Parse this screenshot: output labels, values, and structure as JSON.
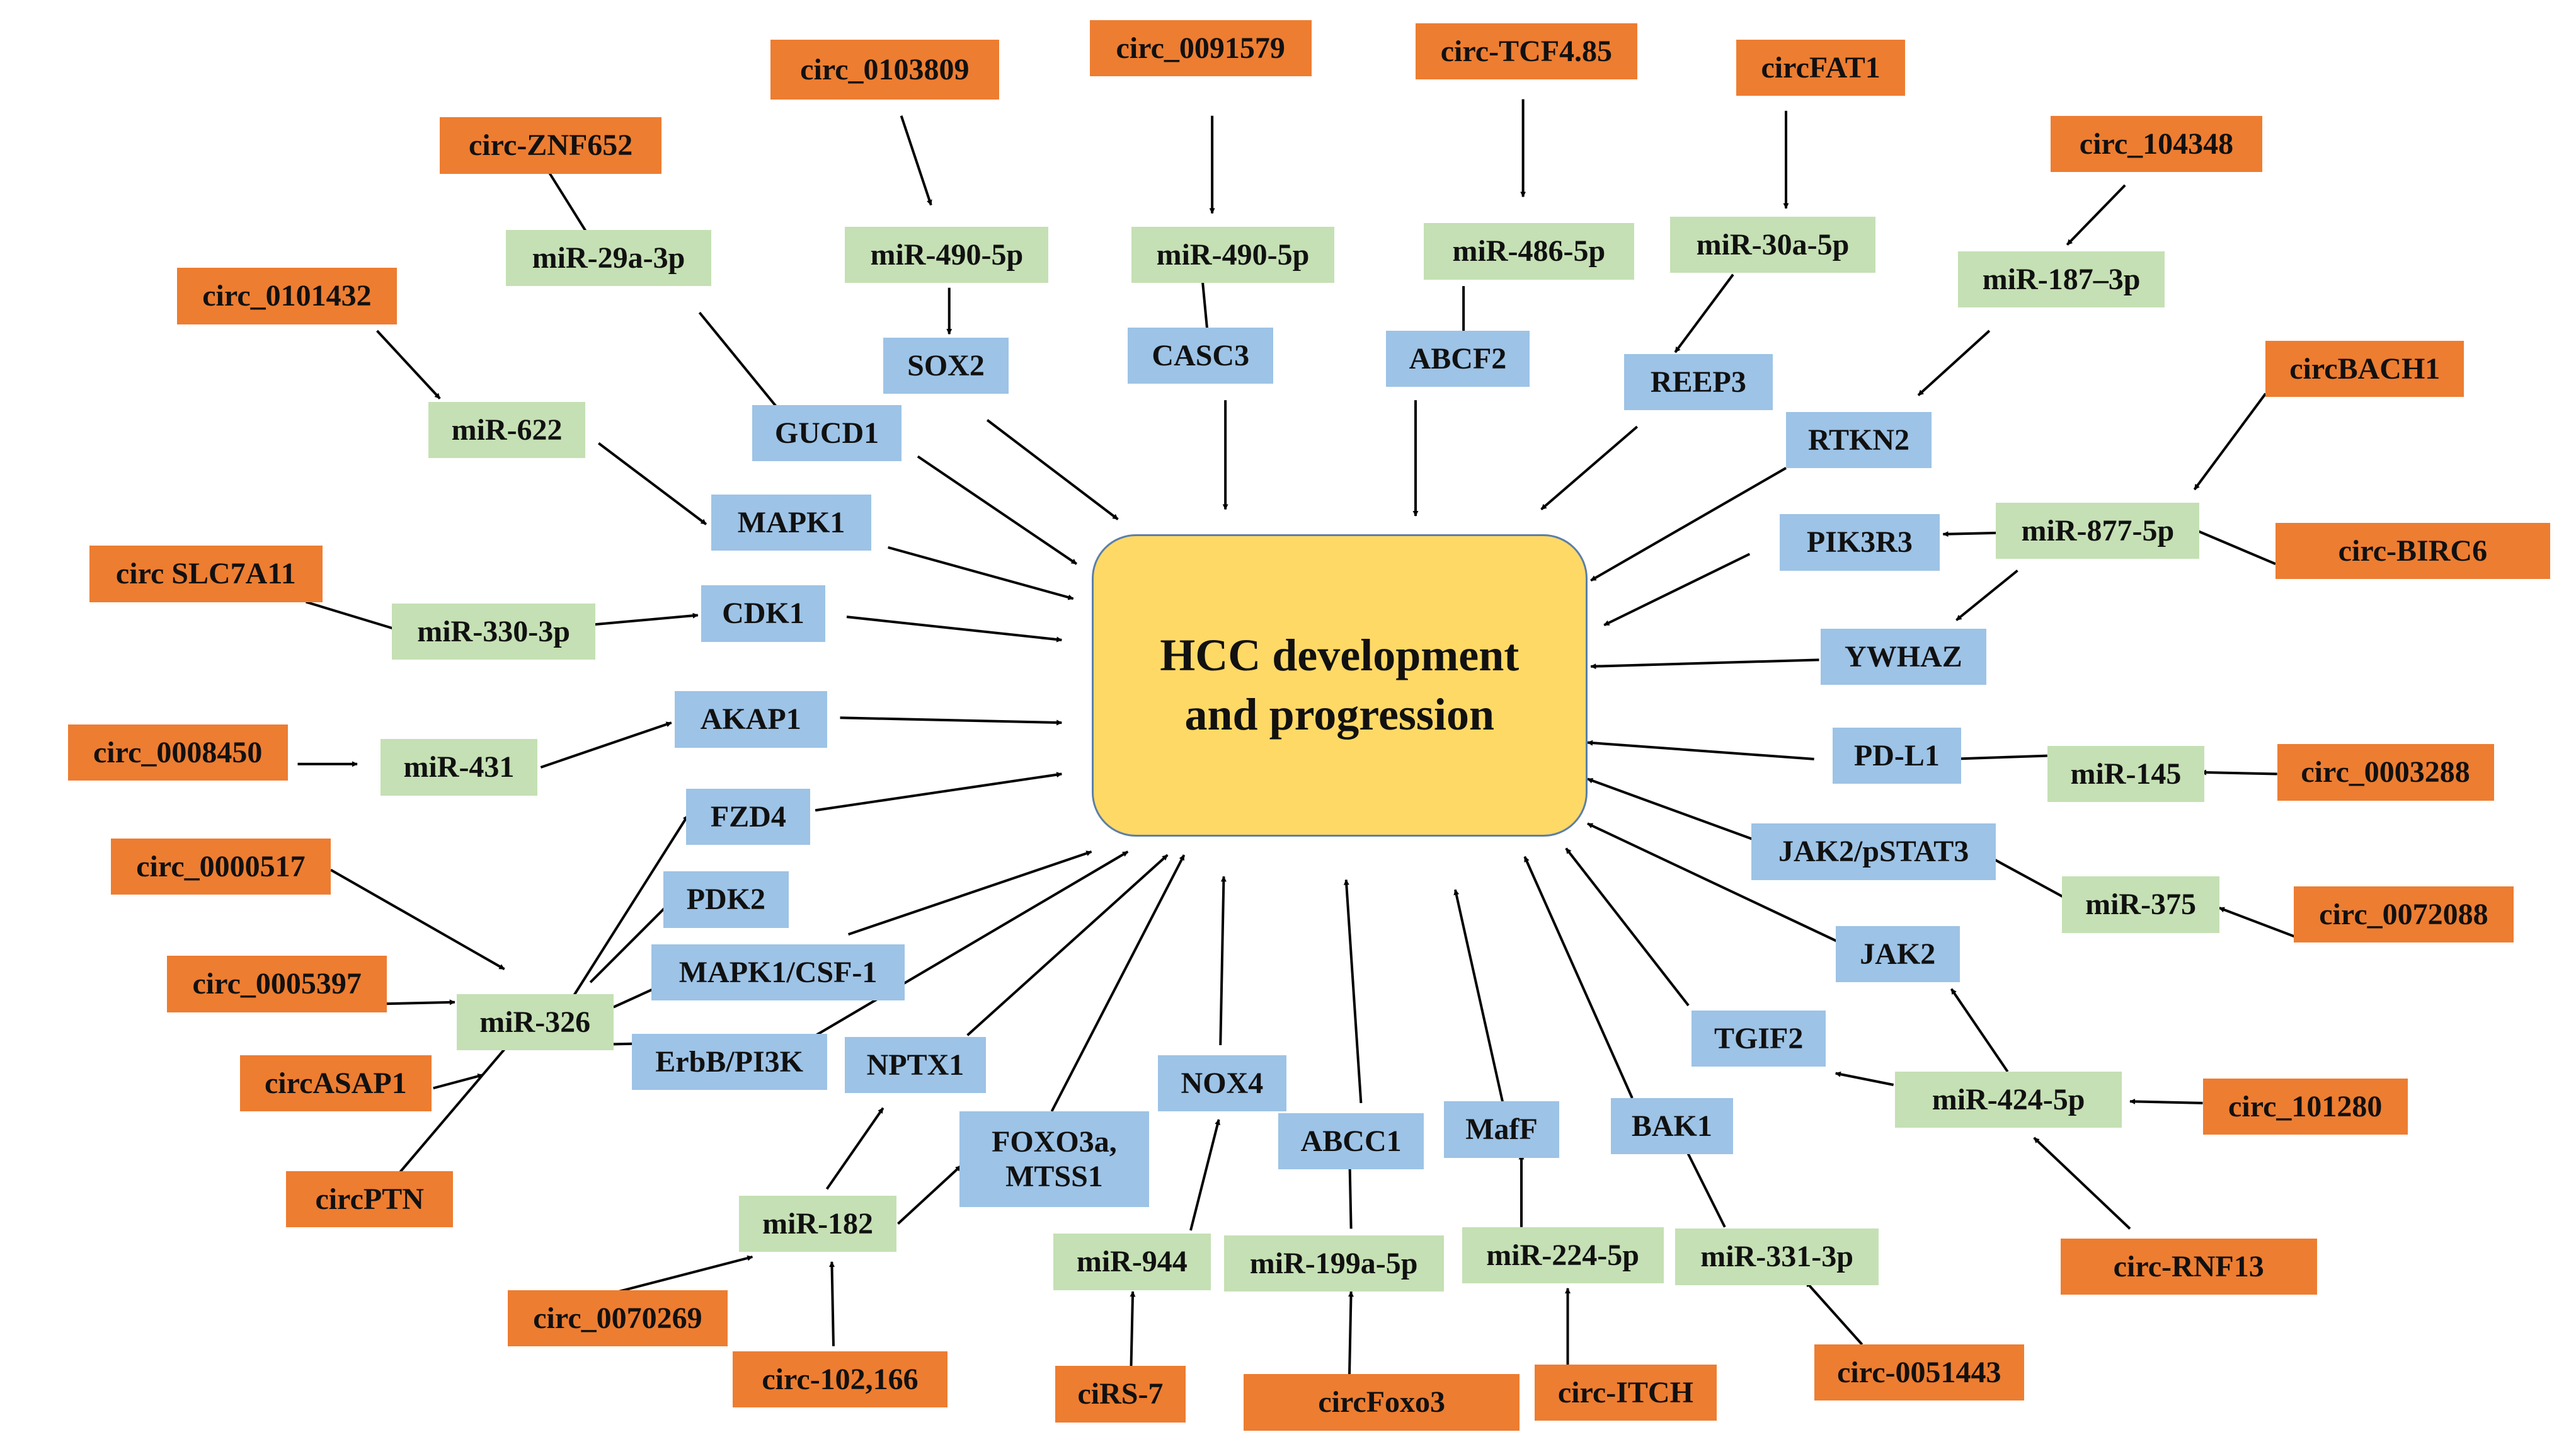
{
  "center": {
    "label": "HCC development\nand progression",
    "color": "#FFD966"
  },
  "legend_colors": {
    "circRNA": "#ED7D31",
    "miRNA": "#C5E0B4",
    "target": "#9DC3E6"
  },
  "nodes": {
    "hcc": "HCC development\nand progression",
    "c0103809": "circ_0103809",
    "c0091579": "circ_0091579",
    "cTCF485": "circ-TCF4.85",
    "cFAT1": "circFAT1",
    "cZNF652": "circ-ZNF652",
    "c104348": "circ_104348",
    "c0101432": "circ_0101432",
    "cBACH1": "circBACH1",
    "cSLC7A11": "circ SLC7A11",
    "cBIRC6": "circ-BIRC6",
    "c0008450": "circ_0008450",
    "c0003288": "circ_0003288",
    "c0000517": "circ_0000517",
    "c0072088": "circ_0072088",
    "c0005397": "circ_0005397",
    "cASAP1": "circASAP1",
    "c101280": "circ_101280",
    "cPTN": "circPTN",
    "cRNF13": "circ-RNF13",
    "c0070269": "circ_0070269",
    "c0051443": "circ-0051443",
    "c102166": "circ-102,166",
    "ciRS7": "ciRS-7",
    "cFoxo3": "circFoxo3",
    "cITCH": "circ-ITCH",
    "m29a": "miR-29a-3p",
    "m490a": "miR-490-5p",
    "m490b": "miR-490-5p",
    "m486": "miR-486-5p",
    "m30a": "miR-30a-5p",
    "m187": "miR-187–3p",
    "m622": "miR-622",
    "m877": "miR-877-5p",
    "m330": "miR-330-3p",
    "m431": "miR-431",
    "m145": "miR-145",
    "m375": "miR-375",
    "m326": "miR-326",
    "m424": "miR-424-5p",
    "m182": "miR-182",
    "m944": "miR-944",
    "m199": "miR-199a-5p",
    "m224": "miR-224-5p",
    "m331": "miR-331-3p",
    "SOX2": "SOX2",
    "CASC3": "CASC3",
    "ABCF2": "ABCF2",
    "REEP3": "REEP3",
    "GUCD1": "GUCD1",
    "RTKN2": "RTKN2",
    "MAPK1": "MAPK1",
    "PIK3R3": "PIK3R3",
    "CDK1": "CDK1",
    "YWHAZ": "YWHAZ",
    "AKAP1": "AKAP1",
    "PDL1": "PD-L1",
    "FZD4": "FZD4",
    "JAK2STAT3": "JAK2/pSTAT3",
    "PDK2": "PDK2",
    "MAPK1CSF": "MAPK1/CSF-1",
    "JAK2": "JAK2",
    "ErbB": "ErbB/PI3K",
    "NPTX1": "NPTX1",
    "TGIF2": "TGIF2",
    "NOX4": "NOX4",
    "FOXO3a": "FOXO3a,\nMTSS1",
    "ABCC1": "ABCC1",
    "MafF": "MafF",
    "BAK1": "BAK1"
  }
}
